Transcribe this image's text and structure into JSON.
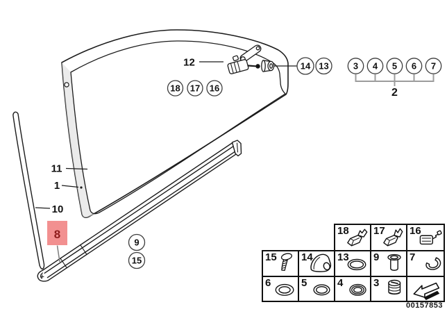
{
  "colors": {
    "highlight_bg": "#f29090",
    "highlight_text": "#8e1d1d"
  },
  "diagram": {
    "labels": {
      "l12": "12",
      "l11": "11",
      "l1": "1",
      "l10": "10",
      "l2": "2"
    },
    "highlight": {
      "label": "8"
    },
    "circled": {
      "c18": "18",
      "c17": "17",
      "c16": "16",
      "c14": "14",
      "c13": "13",
      "c3": "3",
      "c4": "4",
      "c5": "5",
      "c6": "6",
      "c7": "7",
      "c9": "9",
      "c15": "15"
    }
  },
  "parts_table": {
    "rows": [
      {
        "cells": [
          {
            "num": "18",
            "icon": "crimp-terminal-icon"
          },
          {
            "num": "17",
            "icon": "crimp-terminal-icon"
          },
          {
            "num": "16",
            "icon": "plug-connector-icon"
          }
        ]
      },
      {
        "cells": [
          {
            "num": "15",
            "icon": "screw-icon"
          },
          {
            "num": "14",
            "icon": "cone-grommet-icon"
          },
          {
            "num": "13",
            "icon": "oval-seal-icon"
          },
          {
            "num": "9",
            "icon": "sleeve-grommet-icon"
          },
          {
            "num": "7",
            "icon": "c-clip-icon"
          }
        ]
      },
      {
        "cells": [
          {
            "num": "6",
            "icon": "washer-icon"
          },
          {
            "num": "5",
            "icon": "o-ring-icon"
          },
          {
            "num": "4",
            "icon": "grommet-ring-icon"
          },
          {
            "num": "3",
            "icon": "cap-plug-icon"
          },
          {
            "num": "",
            "icon": "direction-arrow-icon"
          }
        ]
      }
    ]
  },
  "footer": {
    "doc_number": "00157853"
  }
}
